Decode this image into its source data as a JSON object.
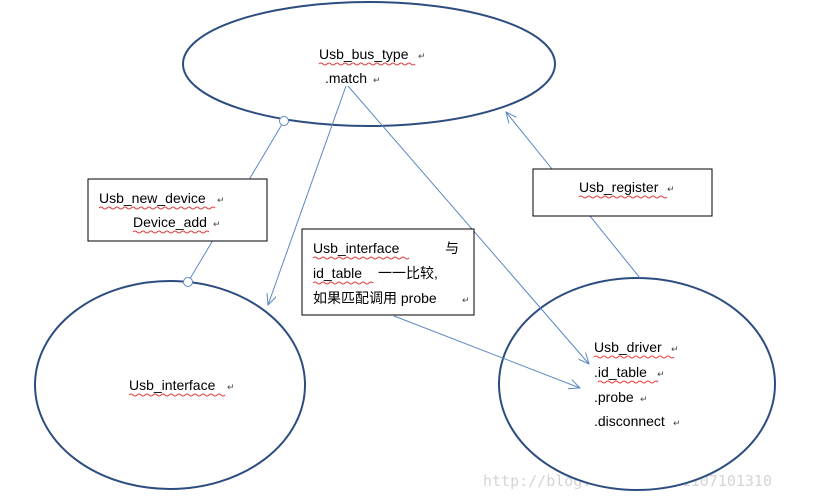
{
  "bus_node": {
    "title": "Usb_bus_type",
    "match": ".match"
  },
  "interface_node": {
    "title": "Usb_interface"
  },
  "driver_node": {
    "title": "Usb_driver",
    "id_table": ".id_table",
    "probe": ".probe",
    "disconnect": ".disconnect"
  },
  "new_device_box": {
    "line1": "Usb_new_device",
    "line2": "Device_add"
  },
  "register_box": {
    "line1": "Usb_register"
  },
  "compare_box": {
    "line1a": "Usb_interface",
    "line1b": "与",
    "line2a": "id_table",
    "line2b": "一一比较,",
    "line3": "如果匹配调用 probe"
  },
  "watermark": "http://blog.csdn.net/W1107101310",
  "colors": {
    "node_stroke": "#2d4d80",
    "arrow": "#5b88c3",
    "spell_underline": "#e23b3b"
  }
}
